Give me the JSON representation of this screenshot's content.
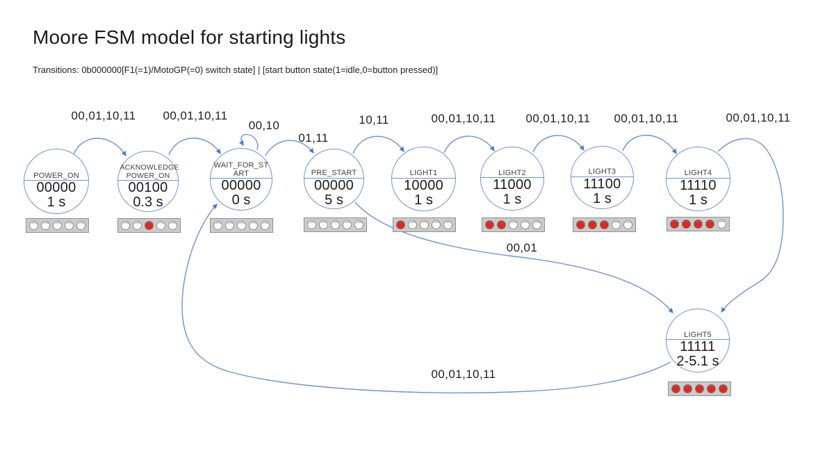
{
  "title": "Moore FSM model for starting lights",
  "subtitle": "Transitions: 0b000000[F1(=1)/MotoGP(=0) switch state] | [start button state(1=idle,0=button pressed)]",
  "colors": {
    "arrow_blue": "#6e92d3",
    "arrowhead_blue": "#4f7bc9",
    "light_on_red": "#e4261d",
    "light_off_white": "#ffffff",
    "strip_gray": "#cbcbcb",
    "text_dark": "#1f1f1f"
  },
  "states": [
    {
      "id": "POWER_ON",
      "name1": "POWER_ON",
      "name2": "",
      "output": "00000",
      "time": "1 s",
      "lights": [
        0,
        0,
        0,
        0,
        0
      ]
    },
    {
      "id": "ACKNOWLEDGE_POWER_ON",
      "name1": "ACKNOWLEDGE",
      "name2": "POWER_ON",
      "output": "00100",
      "time": "0.3 s",
      "lights": [
        0,
        0,
        1,
        0,
        0
      ]
    },
    {
      "id": "WAIT_FOR_START",
      "name1": "WAIT_FOR_ST",
      "name2": "ART",
      "output": "00000",
      "time": "0 s",
      "lights": [
        0,
        0,
        0,
        0,
        0
      ]
    },
    {
      "id": "PRE_START",
      "name1": "PRE_START",
      "name2": "",
      "output": "00000",
      "time": "5 s",
      "lights": [
        0,
        0,
        0,
        0,
        0
      ]
    },
    {
      "id": "LIGHT1",
      "name1": "LIGHT1",
      "name2": "",
      "output": "10000",
      "time": "1 s",
      "lights": [
        1,
        0,
        0,
        0,
        0
      ]
    },
    {
      "id": "LIGHT2",
      "name1": "LIGHT2",
      "name2": "",
      "output": "11000",
      "time": "1 s",
      "lights": [
        1,
        1,
        0,
        0,
        0
      ]
    },
    {
      "id": "LIGHT3",
      "name1": "LIGHT3",
      "name2": "",
      "output": "11100",
      "time": "1 s",
      "lights": [
        1,
        1,
        1,
        0,
        0
      ]
    },
    {
      "id": "LIGHT4",
      "name1": "LIGHT4",
      "name2": "",
      "output": "11110",
      "time": "1 s",
      "lights": [
        1,
        1,
        1,
        1,
        0
      ]
    },
    {
      "id": "LIGHT5",
      "name1": "LIGHT5",
      "name2": "",
      "output": "11111",
      "time": "2-5.1 s",
      "lights": [
        1,
        1,
        1,
        1,
        1
      ]
    }
  ],
  "transitions": [
    {
      "label": "00,01,10,11",
      "from": "POWER_ON",
      "to": "ACKNOWLEDGE_POWER_ON"
    },
    {
      "label": "00,01,10,11",
      "from": "ACKNOWLEDGE_POWER_ON",
      "to": "WAIT_FOR_START"
    },
    {
      "label": "00,10",
      "from": "WAIT_FOR_START",
      "to": "WAIT_FOR_START"
    },
    {
      "label": "01,11",
      "from": "WAIT_FOR_START",
      "to": "PRE_START"
    },
    {
      "label": "10,11",
      "from": "PRE_START",
      "to": "LIGHT1"
    },
    {
      "label": "00,01,10,11",
      "from": "LIGHT1",
      "to": "LIGHT2"
    },
    {
      "label": "00,01,10,11",
      "from": "LIGHT2",
      "to": "LIGHT3"
    },
    {
      "label": "00,01,10,11",
      "from": "LIGHT3",
      "to": "LIGHT4"
    },
    {
      "label": "00,01,10,11",
      "from": "LIGHT4",
      "to": "LIGHT5"
    },
    {
      "label": "00,01",
      "from": "PRE_START",
      "to": "LIGHT5"
    },
    {
      "label": "00,01,10,11",
      "from": "LIGHT5",
      "to": "WAIT_FOR_START"
    }
  ]
}
